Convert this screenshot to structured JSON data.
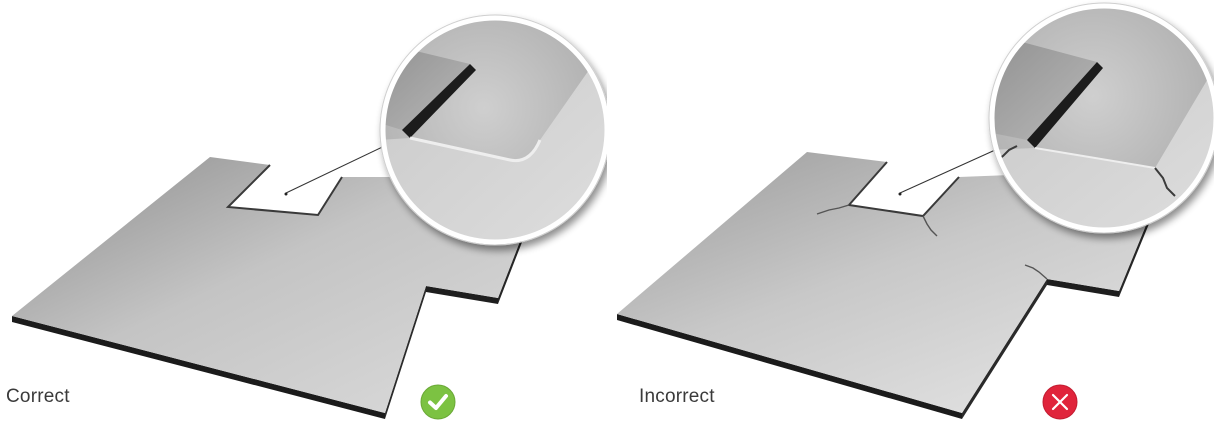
{
  "panels": [
    {
      "caption": "Correct",
      "status": "correct",
      "status_icon": "checkmark-icon",
      "badge_color": "#7cc242"
    },
    {
      "caption": "Incorrect",
      "status": "incorrect",
      "status_icon": "cross-icon",
      "badge_color": "#e0243b"
    }
  ]
}
